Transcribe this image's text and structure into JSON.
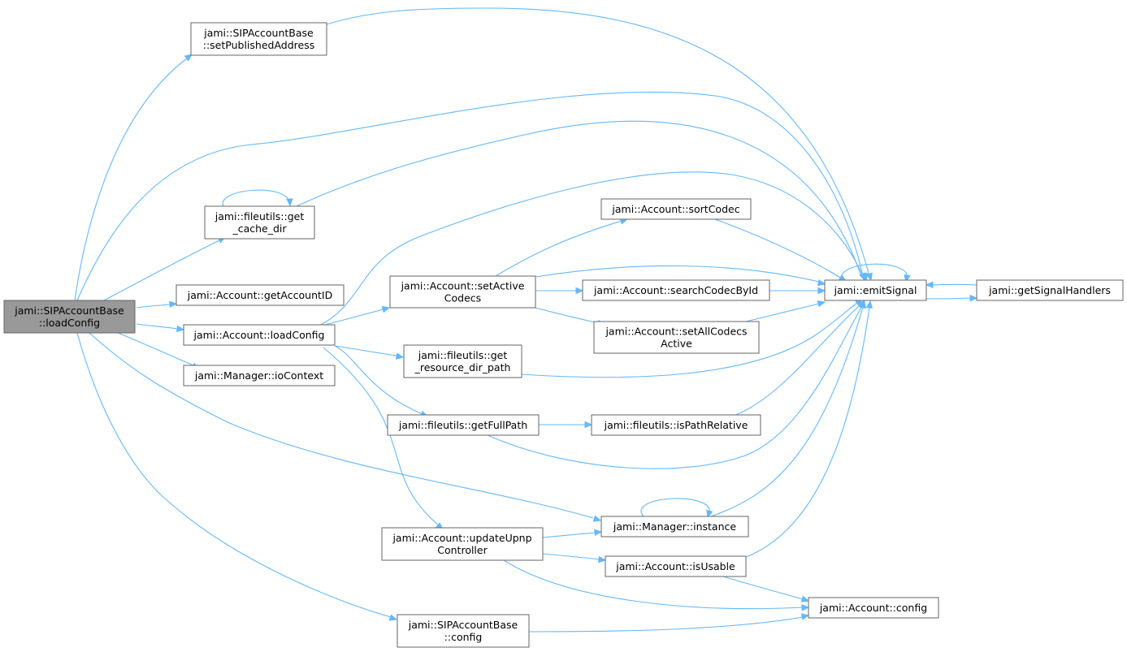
{
  "nodes": {
    "root": {
      "lines": [
        "jami::SIPAccountBase",
        "::loadConfig"
      ],
      "highlighted": true
    },
    "setPublishedAddress": {
      "lines": [
        "jami::SIPAccountBase",
        "::setPublishedAddress"
      ]
    },
    "get_cache_dir": {
      "lines": [
        "jami::fileutils::get",
        "_cache_dir"
      ]
    },
    "getAccountID": {
      "lines": [
        "jami::Account::getAccountID"
      ]
    },
    "accountLoadConfig": {
      "lines": [
        "jami::Account::loadConfig"
      ]
    },
    "ioContext": {
      "lines": [
        "jami::Manager::ioContext"
      ]
    },
    "setActiveCodecs": {
      "lines": [
        "jami::Account::setActive",
        "Codecs"
      ]
    },
    "sortCodec": {
      "lines": [
        "jami::Account::sortCodec"
      ]
    },
    "searchCodecById": {
      "lines": [
        "jami::Account::searchCodecById"
      ]
    },
    "setAllCodecsActive": {
      "lines": [
        "jami::Account::setAllCodecs",
        "Active"
      ]
    },
    "get_resource_dir_path": {
      "lines": [
        "jami::fileutils::get",
        "_resource_dir_path"
      ]
    },
    "getFullPath": {
      "lines": [
        "jami::fileutils::getFullPath"
      ]
    },
    "isPathRelative": {
      "lines": [
        "jami::fileutils::isPathRelative"
      ]
    },
    "updateUpnpController": {
      "lines": [
        "jami::Account::updateUpnp",
        "Controller"
      ]
    },
    "managerInstance": {
      "lines": [
        "jami::Manager::instance"
      ]
    },
    "isUsable": {
      "lines": [
        "jami::Account::isUsable"
      ]
    },
    "accountConfig": {
      "lines": [
        "jami::Account::config"
      ]
    },
    "sipConfig": {
      "lines": [
        "jami::SIPAccountBase",
        "::config"
      ]
    },
    "emitSignal": {
      "lines": [
        "jami::emitSignal"
      ]
    },
    "getSignalHandlers": {
      "lines": [
        "jami::getSignalHandlers"
      ]
    }
  },
  "edges": [
    {
      "from": "root",
      "to": "setPublishedAddress"
    },
    {
      "from": "root",
      "to": "emitSignal"
    },
    {
      "from": "root",
      "to": "get_cache_dir"
    },
    {
      "from": "root",
      "to": "getAccountID"
    },
    {
      "from": "root",
      "to": "accountLoadConfig"
    },
    {
      "from": "root",
      "to": "ioContext"
    },
    {
      "from": "root",
      "to": "managerInstance"
    },
    {
      "from": "root",
      "to": "sipConfig"
    },
    {
      "from": "setPublishedAddress",
      "to": "emitSignal"
    },
    {
      "from": "get_cache_dir",
      "to": "get_cache_dir"
    },
    {
      "from": "get_cache_dir",
      "to": "emitSignal"
    },
    {
      "from": "accountLoadConfig",
      "to": "emitSignal"
    },
    {
      "from": "accountLoadConfig",
      "to": "setActiveCodecs"
    },
    {
      "from": "accountLoadConfig",
      "to": "get_resource_dir_path"
    },
    {
      "from": "accountLoadConfig",
      "to": "getFullPath"
    },
    {
      "from": "accountLoadConfig",
      "to": "updateUpnpController"
    },
    {
      "from": "setActiveCodecs",
      "to": "sortCodec"
    },
    {
      "from": "setActiveCodecs",
      "to": "emitSignal"
    },
    {
      "from": "setActiveCodecs",
      "to": "searchCodecById"
    },
    {
      "from": "setActiveCodecs",
      "to": "setAllCodecsActive"
    },
    {
      "from": "sortCodec",
      "to": "emitSignal"
    },
    {
      "from": "searchCodecById",
      "to": "emitSignal"
    },
    {
      "from": "setAllCodecsActive",
      "to": "emitSignal"
    },
    {
      "from": "get_resource_dir_path",
      "to": "emitSignal"
    },
    {
      "from": "getFullPath",
      "to": "isPathRelative"
    },
    {
      "from": "getFullPath",
      "to": "emitSignal"
    },
    {
      "from": "isPathRelative",
      "to": "emitSignal"
    },
    {
      "from": "updateUpnpController",
      "to": "managerInstance"
    },
    {
      "from": "updateUpnpController",
      "to": "isUsable"
    },
    {
      "from": "updateUpnpController",
      "to": "accountConfig"
    },
    {
      "from": "managerInstance",
      "to": "managerInstance"
    },
    {
      "from": "managerInstance",
      "to": "emitSignal"
    },
    {
      "from": "isUsable",
      "to": "emitSignal"
    },
    {
      "from": "isUsable",
      "to": "accountConfig"
    },
    {
      "from": "sipConfig",
      "to": "accountConfig"
    },
    {
      "from": "emitSignal",
      "to": "emitSignal"
    },
    {
      "from": "emitSignal",
      "to": "getSignalHandlers"
    },
    {
      "from": "getSignalHandlers",
      "to": "emitSignal"
    }
  ],
  "colors": {
    "edge": "#63b8ff",
    "node_border": "#666666",
    "root_fill": "#999999",
    "node_fill": "#ffffff"
  }
}
